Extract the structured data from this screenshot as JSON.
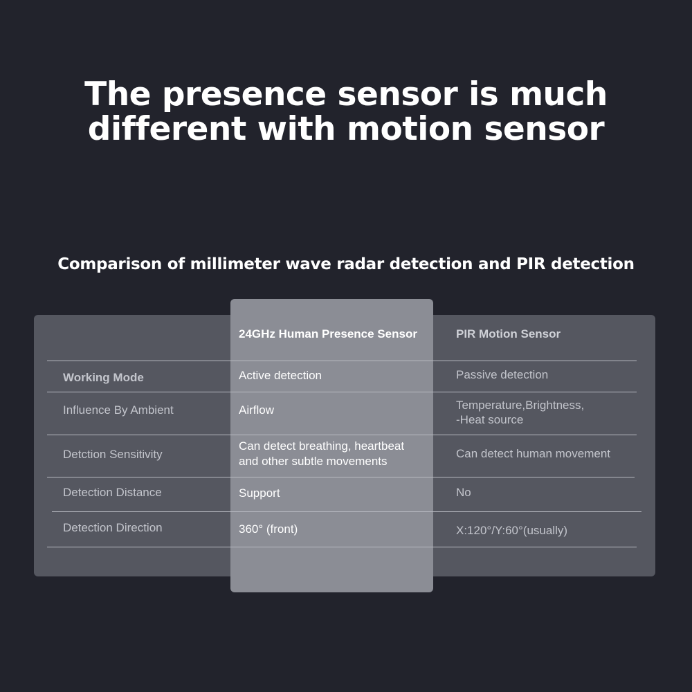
{
  "headline": {
    "line1": "The presence sensor is much",
    "line2": "different with motion sensor"
  },
  "subtitle": "Comparison of millimeter wave radar detection and PIR detection",
  "table": {
    "headers": {
      "feature": "",
      "radar": "24GHz Human Presence Sensor",
      "pir": "PIR Motion Sensor"
    },
    "rows": [
      {
        "label": "Working Mode",
        "radar": [
          "Active detection"
        ],
        "pir": [
          "Passive detection"
        ]
      },
      {
        "label": "Influence By Ambient",
        "radar": [
          "Airflow"
        ],
        "pir": [
          "Temperature,Brightness,",
          "-Heat source"
        ]
      },
      {
        "label": "Detction Sensitivity",
        "radar": [
          "Can detect breathing, heartbeat",
          "and other subtle movements"
        ],
        "pir": [
          "Can detect human movement"
        ]
      },
      {
        "label": "Detection Distance",
        "radar": [
          "Support"
        ],
        "pir": [
          "No"
        ]
      },
      {
        "label": "Detection Direction",
        "radar": [
          "360° (front)"
        ],
        "pir": [
          "X:120°/Y:60°(usually)"
        ]
      }
    ]
  },
  "colors": {
    "background": "#22232c",
    "panel": "#555760",
    "highlight_column": "#8b8d95",
    "divider": "#b9bbc2"
  }
}
